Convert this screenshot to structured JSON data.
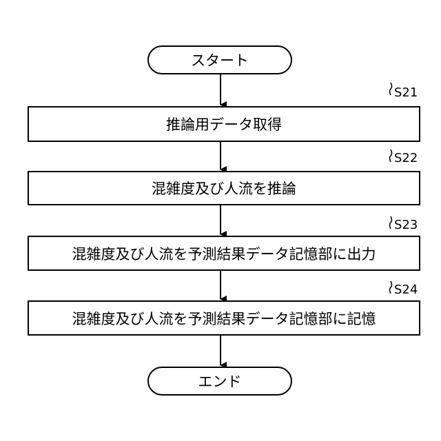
{
  "flowchart": {
    "start": "スタート",
    "end": "エンド",
    "steps": [
      {
        "id": "S21",
        "text": "推論用データ取得"
      },
      {
        "id": "S22",
        "text": "混雑度及び人流を推論"
      },
      {
        "id": "S23",
        "text": "混雑度及び人流を予測結果データ記憶部に出力"
      },
      {
        "id": "S24",
        "text": "混雑度及び人流を予測結果データ記憶部に記憶"
      }
    ]
  }
}
